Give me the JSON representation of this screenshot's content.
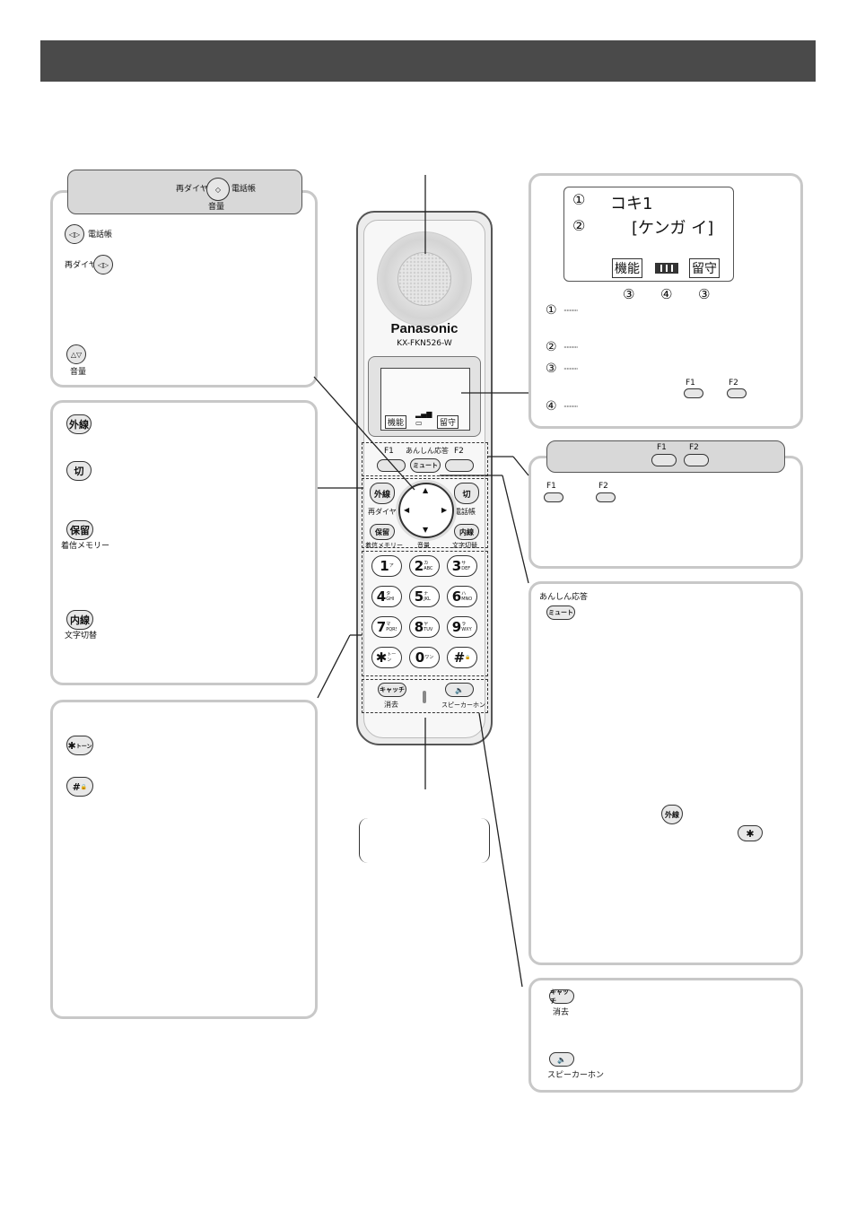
{
  "phone": {
    "brand": "Panasonic",
    "model": "KX-FKN526-W",
    "keys": {
      "f1": "F1",
      "f2": "F2",
      "anshin": "あんしん応答",
      "mute": "ミュート",
      "gaisen": "外線",
      "kiri": "切",
      "redial": "再ダイヤル",
      "phonebook": "電話帳",
      "hold": "保留",
      "naisen": "内線",
      "incoming_memory": "着信メモリー",
      "volume": "音量",
      "char_switch": "文字切替",
      "catch": "キャッチ",
      "delete": "消去",
      "speaker": "スピーカーホン",
      "dialpad": [
        {
          "num": "1",
          "sub": "ア"
        },
        {
          "num": "2",
          "sub": "カABC"
        },
        {
          "num": "3",
          "sub": "サDEF"
        },
        {
          "num": "4",
          "sub": "タGHI"
        },
        {
          "num": "5",
          "sub": "ナJKL"
        },
        {
          "num": "6",
          "sub": "ハMNO"
        },
        {
          "num": "7",
          "sub": "マPQRS"
        },
        {
          "num": "8",
          "sub": "ヤTUV"
        },
        {
          "num": "9",
          "sub": "ラWXYZ"
        },
        {
          "num": "✱",
          "sub": "トーン"
        },
        {
          "num": "0",
          "sub": "ワン"
        },
        {
          "num": "#",
          "sub": "🔒"
        }
      ]
    },
    "lcd": {
      "soft_left": "機能",
      "soft_right": "留守"
    }
  },
  "display_panel": {
    "line1_marker": "①",
    "line1_text": "コキ1",
    "line2_marker": "②",
    "line2_text": "[ケンガ イ]",
    "soft_left": "機能",
    "soft_right": "留守",
    "callout3": "③",
    "callout4": "④",
    "legend": [
      {
        "marker": "①",
        "dots": "··········"
      },
      {
        "marker": "②",
        "dots": "··········"
      },
      {
        "marker": "③",
        "dots": "··········"
      },
      {
        "marker": "④",
        "dots": "··········"
      }
    ],
    "f1": "F1",
    "f2": "F2"
  },
  "nav_panel": {
    "tab_redial": "再ダイヤル",
    "tab_phonebook": "電話帳",
    "tab_volume": "音量",
    "item1_label": "電話帳",
    "item2_label": "再ダイヤル",
    "item3_label": "音量"
  },
  "keys_panel": {
    "gaisen": "外線",
    "kiri": "切",
    "hold": "保留",
    "incoming_memory": "着信メモリー",
    "naisen": "内線",
    "char_switch": "文字切替"
  },
  "star_panel": {
    "star_key": "✱",
    "star_sub": "トーン",
    "hash_key": "#",
    "hash_sub": "🔒"
  },
  "f_panel": {
    "f1": "F1",
    "f2": "F2"
  },
  "mute_panel": {
    "anshin": "あんしん応答",
    "mute": "ミュート",
    "gaisen": "外線",
    "star": "✱"
  },
  "bottom_panel": {
    "catch": "キャッチ",
    "delete": "消去",
    "speaker_label": "スピーカーホン"
  }
}
